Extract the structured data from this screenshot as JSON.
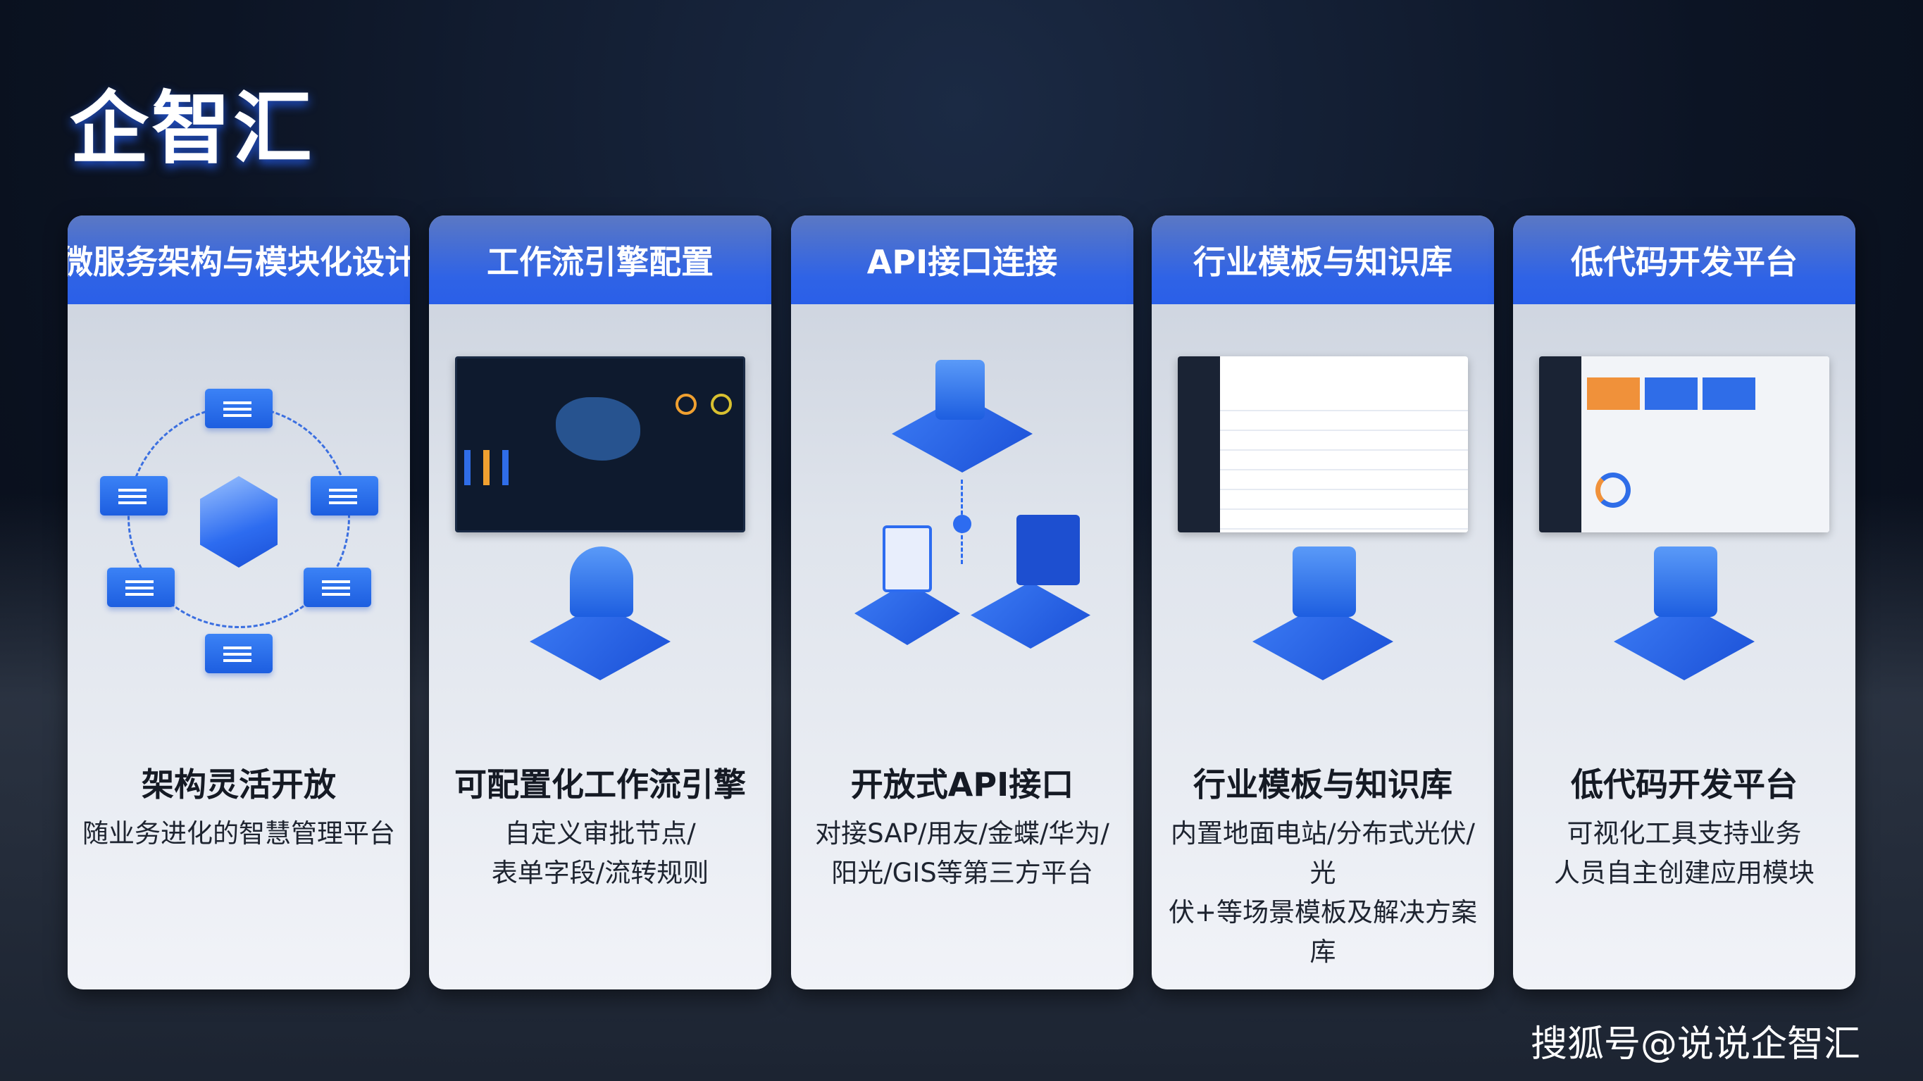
{
  "title": "企智汇",
  "cards": [
    {
      "header": "微服务架构与模块化设计",
      "subtitle": "架构灵活开放",
      "desc": [
        "随业务进化的智慧管理平台"
      ],
      "illustration": "microservice-diagram-icon"
    },
    {
      "header": "工作流引擎配置",
      "subtitle": "可配置化工作流引擎",
      "desc": [
        "自定义审批节点/",
        "表单字段/流转规则"
      ],
      "illustration": "dashboard-screenshot"
    },
    {
      "header": "API接口连接",
      "subtitle": "开放式API接口",
      "desc": [
        "对接SAP/用友/金蝶/华为/",
        "阳光/GIS等第三方平台"
      ],
      "illustration": "api-connection-icon"
    },
    {
      "header": "行业模板与知识库",
      "subtitle": "行业模板与知识库",
      "desc": [
        "内置地面电站/分布式光伏/光",
        "伏+等场景模板及解决方案库"
      ],
      "illustration": "table-screenshot"
    },
    {
      "header": "低代码开发平台",
      "subtitle": "低代码开发平台",
      "desc": [
        "可视化工具支持业务",
        "人员自主创建应用模块"
      ],
      "illustration": "lowcode-dashboard-screenshot"
    }
  ],
  "watermark": "搜狐号@说说企智汇",
  "colors": {
    "header_blue": "#2f63e6",
    "accent": "#3b82f6"
  }
}
